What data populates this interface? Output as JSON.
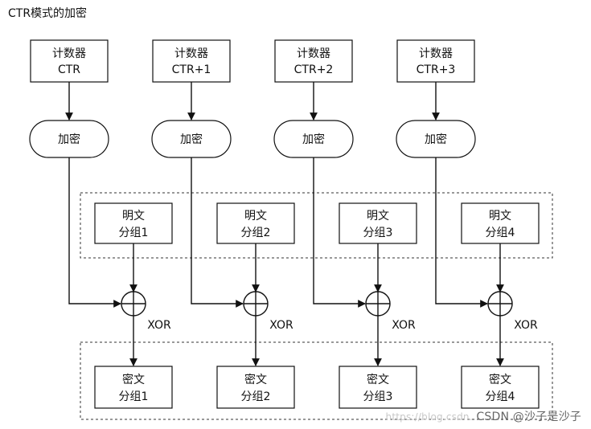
{
  "title": "CTR模式的加密",
  "counters": [
    {
      "line1": "计数器",
      "line2": "CTR"
    },
    {
      "line1": "计数器",
      "line2": "CTR+1"
    },
    {
      "line1": "计数器",
      "line2": "CTR+2"
    },
    {
      "line1": "计数器",
      "line2": "CTR+3"
    }
  ],
  "encrypt_label": "加密",
  "plaintext": [
    {
      "line1": "明文",
      "line2": "分组1"
    },
    {
      "line1": "明文",
      "line2": "分组2"
    },
    {
      "line1": "明文",
      "line2": "分组3"
    },
    {
      "line1": "明文",
      "line2": "分组4"
    }
  ],
  "xor_label": "XOR",
  "ciphertext": [
    {
      "line1": "密文",
      "line2": "分组1"
    },
    {
      "line1": "密文",
      "line2": "分组2"
    },
    {
      "line1": "密文",
      "line2": "分组3"
    },
    {
      "line1": "密文",
      "line2": "分组4"
    }
  ],
  "watermark": {
    "faint": "https://blog.csdn.",
    "main": "CSDN @沙子是沙子"
  }
}
